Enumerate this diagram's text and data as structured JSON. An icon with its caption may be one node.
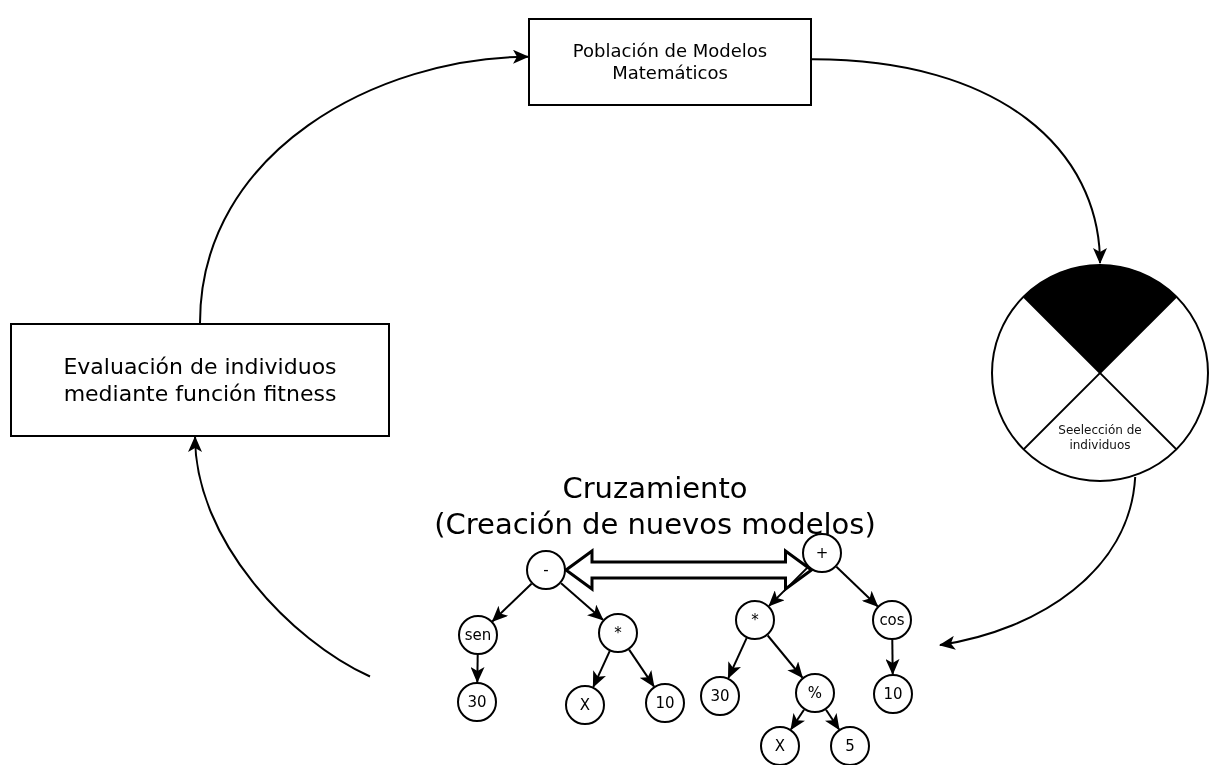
{
  "diagram": {
    "nodes": [
      {
        "text": [
          "Población de Modelos Matemáticos"
        ]
      },
      {
        "text": [
          "Seelección de individuos"
        ]
      },
      {
        "text": [
          "Cruzamiento",
          "(Creación de nuevos modelos)"
        ]
      },
      {
        "text": [
          "Evaluación de individuos mediante función fitness"
        ]
      },
      {
        "text": [
          "-"
        ],
        "in": 2
      },
      {
        "text": [
          "sen"
        ],
        "in": 2
      },
      {
        "text": [
          "*"
        ],
        "in": 2
      },
      {
        "text": [
          "30"
        ],
        "in": 2
      },
      {
        "text": [
          "X"
        ],
        "in": 2
      },
      {
        "text": [
          "10"
        ],
        "in": 2
      },
      {
        "text": [
          "+"
        ],
        "in": 2
      },
      {
        "text": [
          "*"
        ],
        "in": 2
      },
      {
        "text": [
          "cos"
        ],
        "in": 2
      },
      {
        "text": [
          "30"
        ],
        "in": 2
      },
      {
        "text": [
          "%"
        ],
        "in": 2
      },
      {
        "text": [
          "10"
        ],
        "in": 2
      },
      {
        "text": [
          "X"
        ],
        "in": 2
      },
      {
        "text": [
          "5"
        ],
        "in": 2
      }
    ],
    "edges": [
      {
        "from": 0,
        "to": 1,
        "arrow": "to"
      },
      {
        "from": 1,
        "to": 2,
        "arrow": "to"
      },
      {
        "from": 2,
        "to": 3,
        "arrow": "to"
      },
      {
        "from": 3,
        "to": 0,
        "arrow": "to"
      },
      {
        "from": 4,
        "to": 10,
        "arrow": "both"
      },
      {
        "from": 4,
        "to": 5,
        "arrow": "to"
      },
      {
        "from": 4,
        "to": 6,
        "arrow": "to"
      },
      {
        "from": 5,
        "to": 7,
        "arrow": "to"
      },
      {
        "from": 6,
        "to": 8,
        "arrow": "to"
      },
      {
        "from": 6,
        "to": 9,
        "arrow": "to"
      },
      {
        "from": 10,
        "to": 11,
        "arrow": "to"
      },
      {
        "from": 10,
        "to": 12,
        "arrow": "to"
      },
      {
        "from": 11,
        "to": 13,
        "arrow": "to"
      },
      {
        "from": 11,
        "to": 14,
        "arrow": "to"
      },
      {
        "from": 12,
        "to": 15,
        "arrow": "to"
      },
      {
        "from": 14,
        "to": 16,
        "arrow": "to"
      },
      {
        "from": 14,
        "to": 17,
        "arrow": "to"
      }
    ]
  }
}
